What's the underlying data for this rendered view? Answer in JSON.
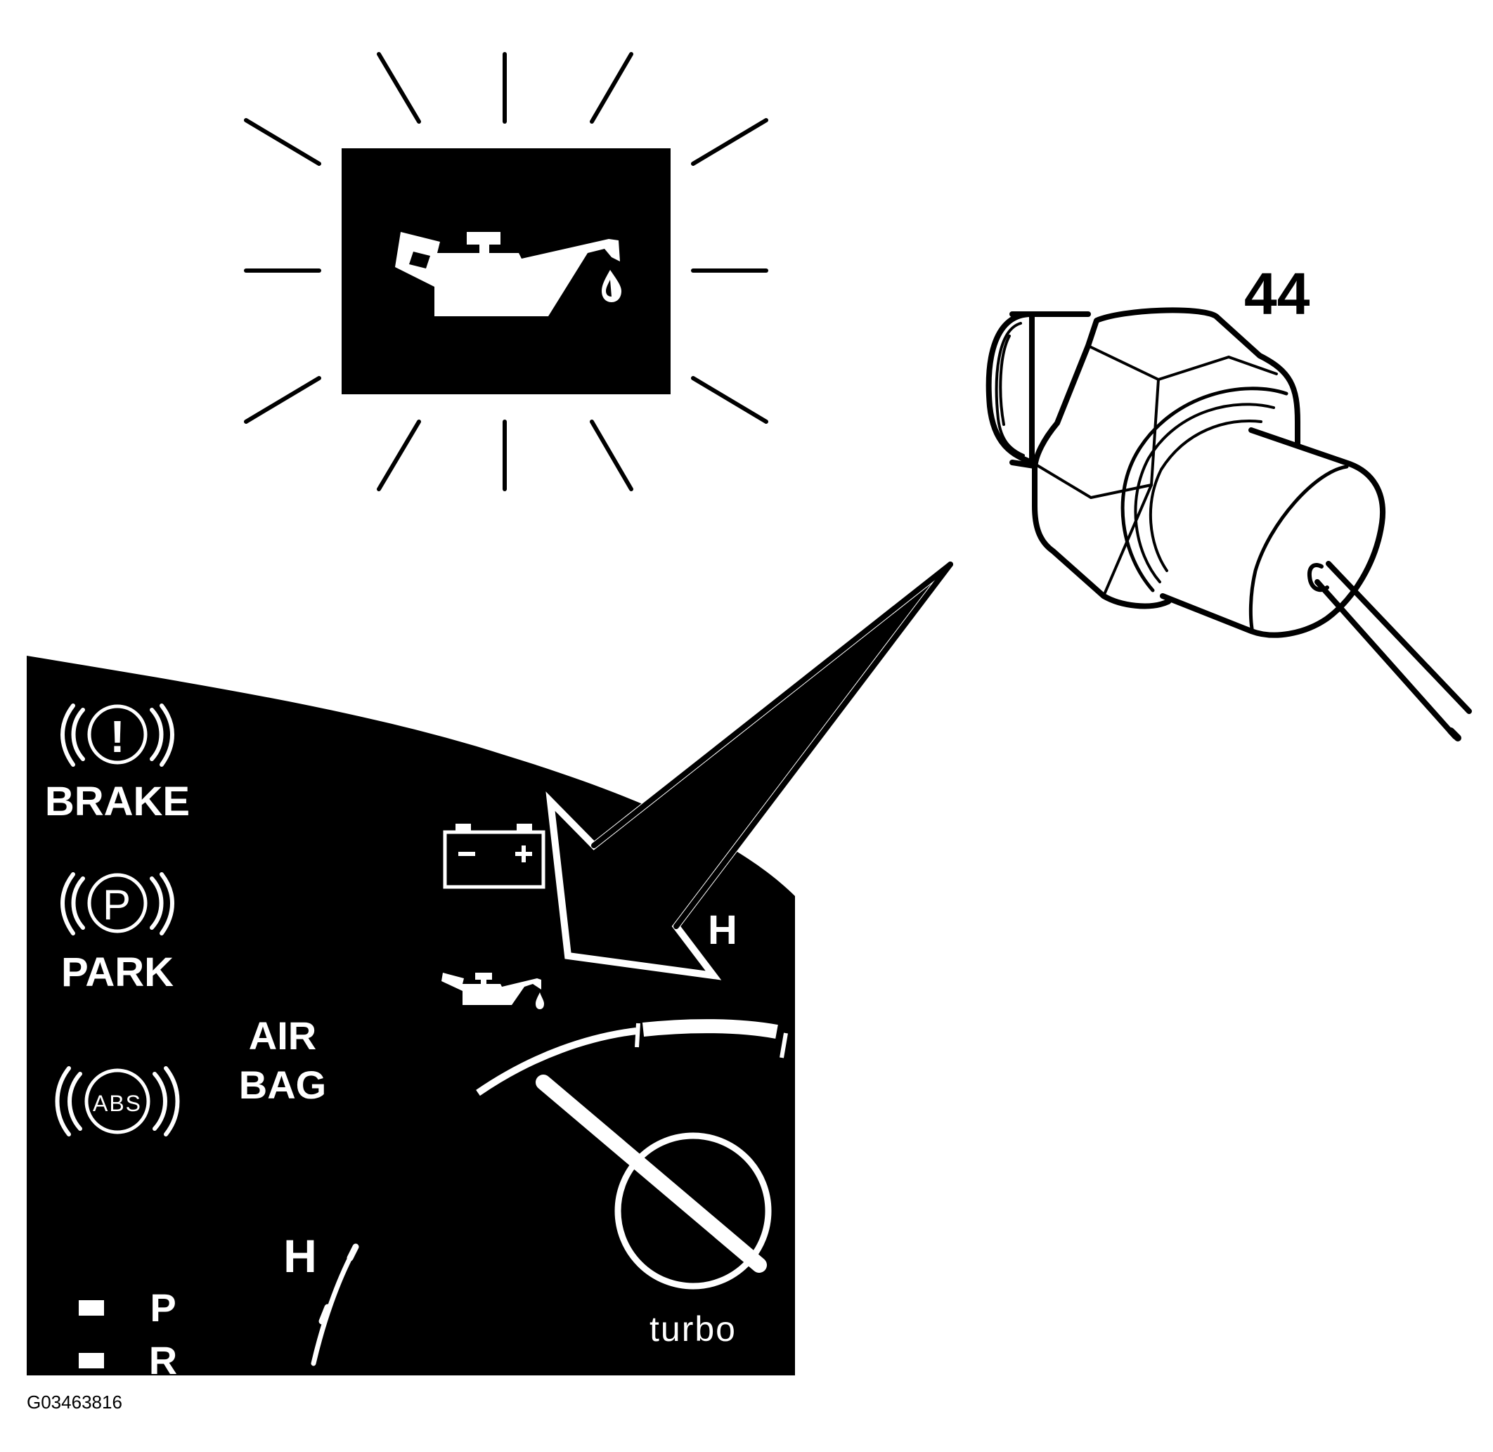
{
  "callout_number": "44",
  "figure_code": "G03463816",
  "cluster": {
    "brake_label": "BRAKE",
    "brake_symbol": "!",
    "park_label": "PARK",
    "park_symbol": "P",
    "airbag_line1": "AIR",
    "airbag_line2": "BAG",
    "abs_symbol": "ABS",
    "temp_gauge_label": "H",
    "second_gauge_label": "H",
    "gear_p": "P",
    "gear_r": "R",
    "turbo_label": "turbo",
    "battery_minus": "−",
    "battery_plus": "+"
  },
  "icons": {
    "warning_lamp": "oil-can-icon",
    "battery": "battery-icon",
    "oil_small": "oil-can-icon",
    "sender": "oil-pressure-sender-icon"
  },
  "colors": {
    "ink": "#000000",
    "paper": "#ffffff"
  }
}
